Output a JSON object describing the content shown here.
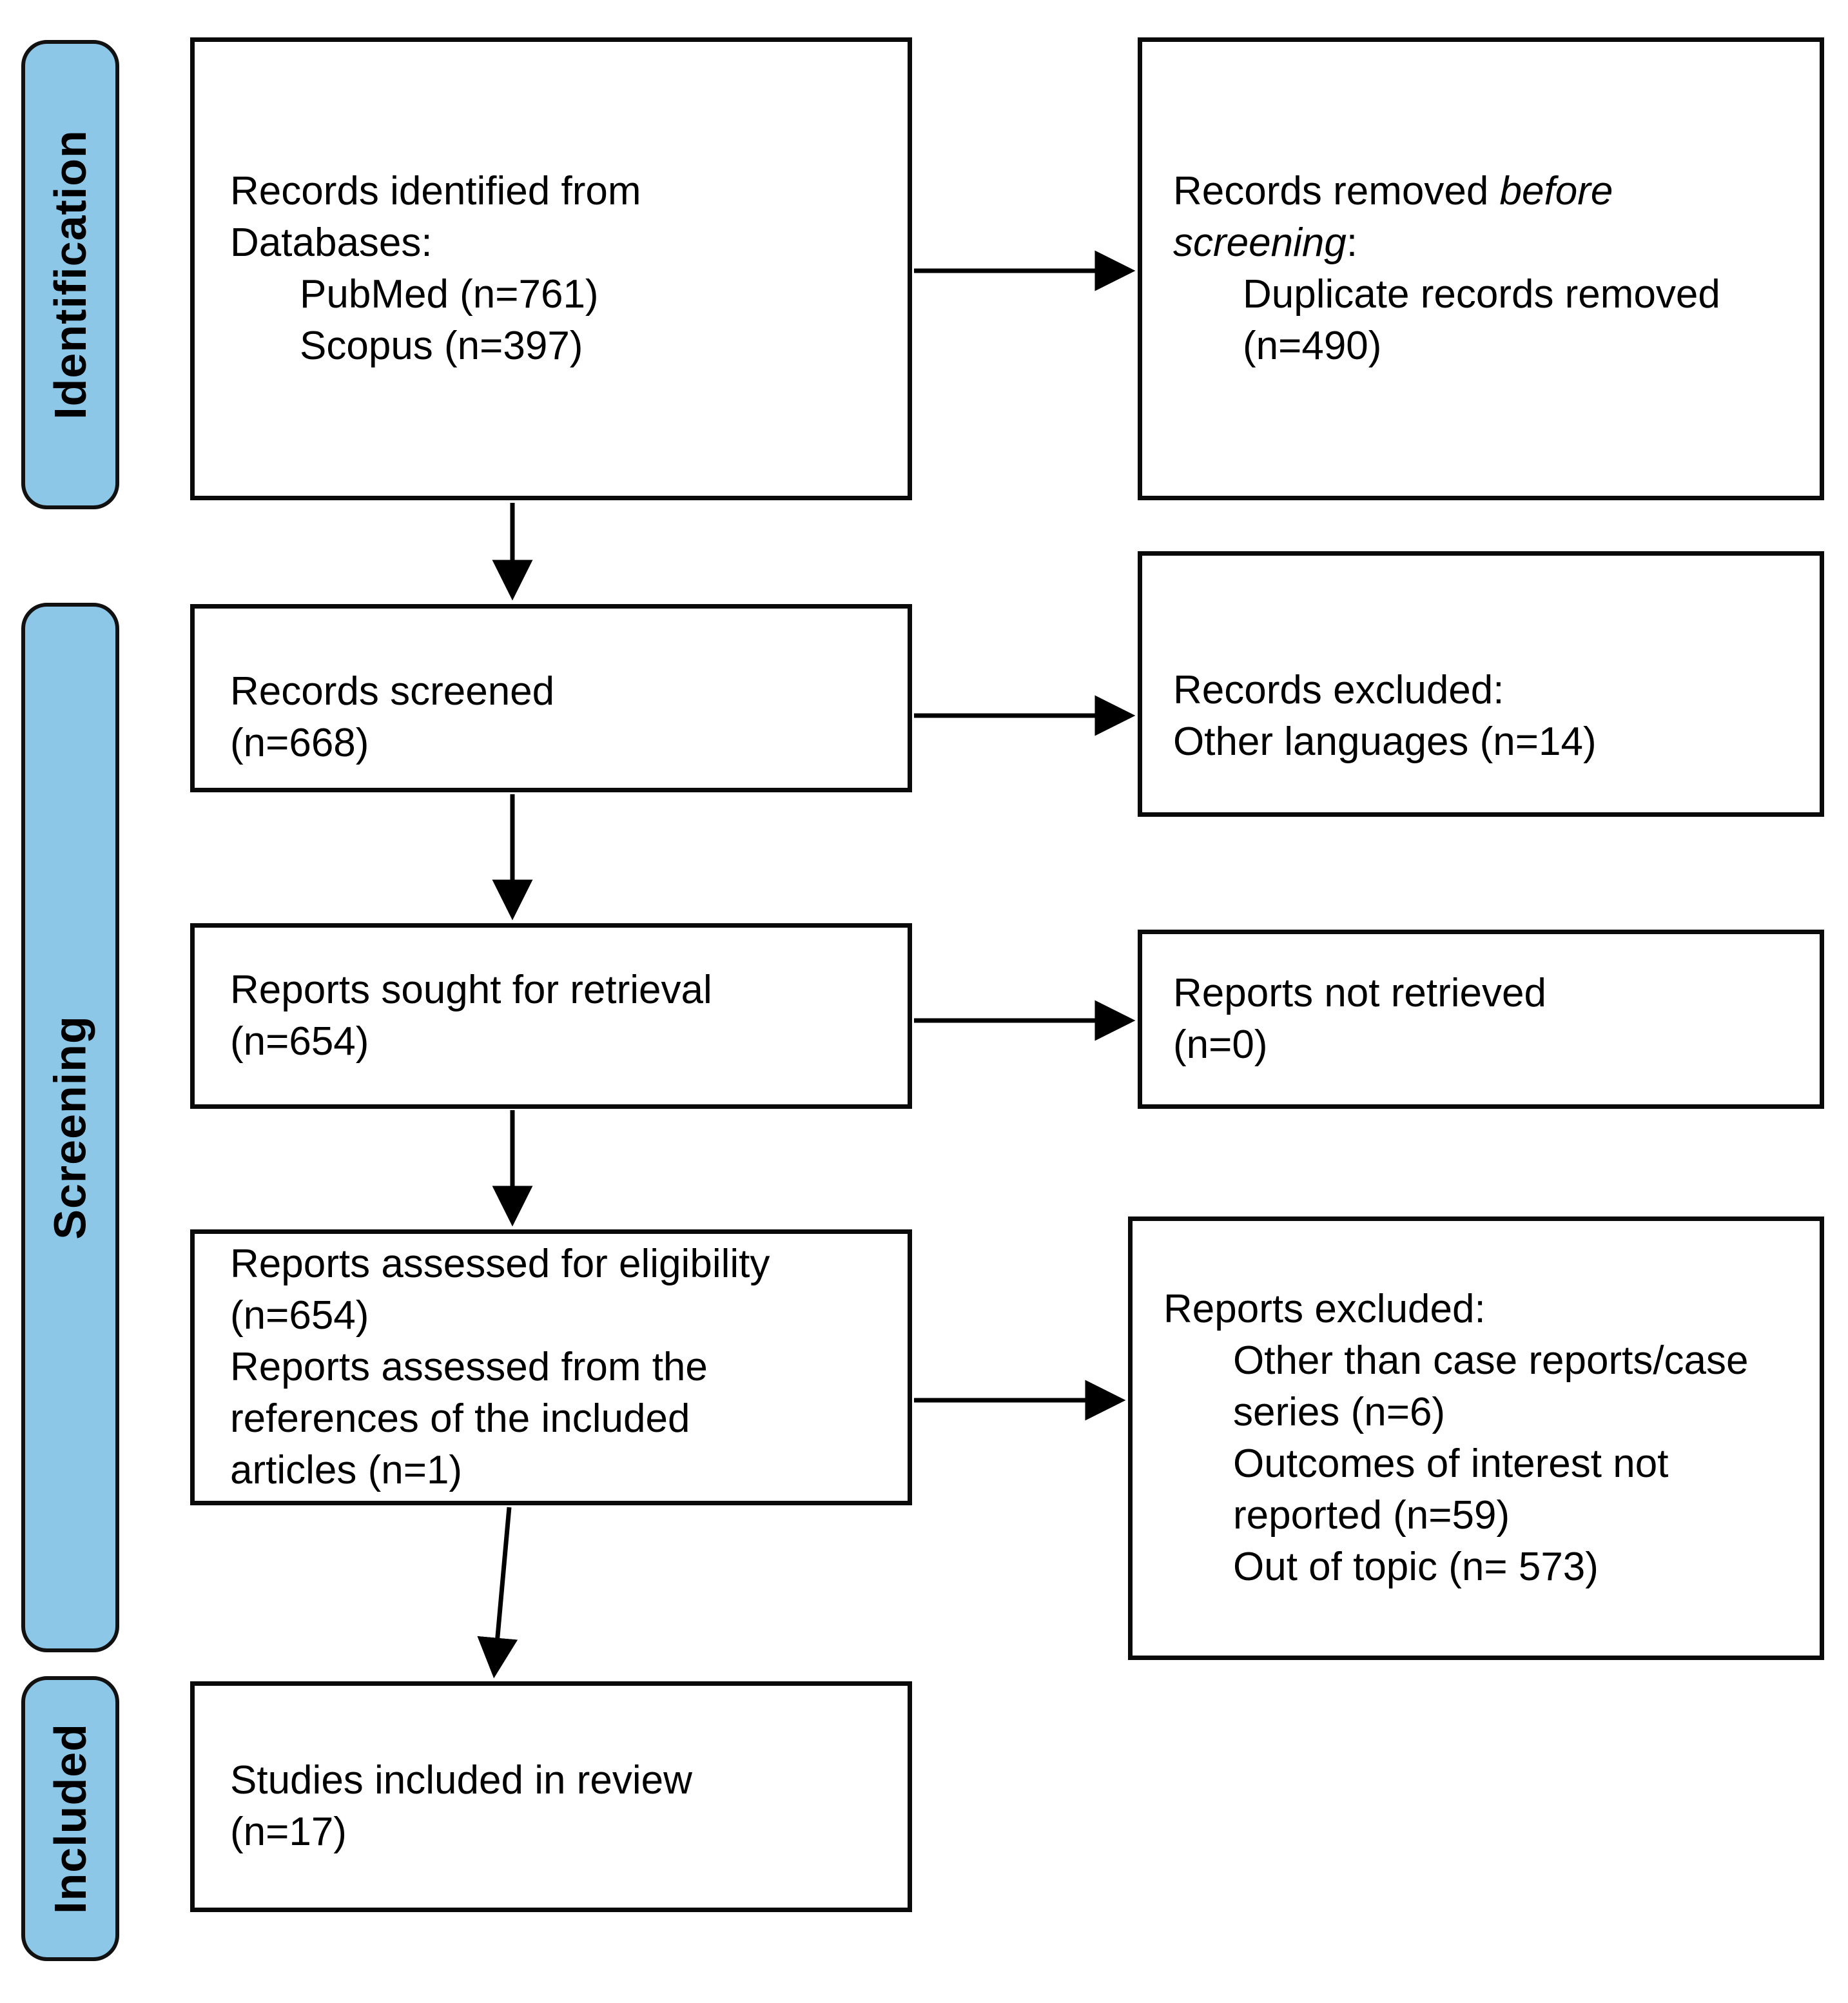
{
  "diagram": {
    "title": "PRISMA flow diagram",
    "colors": {
      "stage_fill": "#8dc7e8",
      "stage_border": "#111111",
      "box_border": "#0a0a0a",
      "arrow": "#000000",
      "background": "#ffffff",
      "text": "#000000"
    },
    "stages": [
      {
        "id": "identification",
        "label": "Identification"
      },
      {
        "id": "screening",
        "label": "Screening"
      },
      {
        "id": "included",
        "label": "Included"
      }
    ],
    "boxes": {
      "records_identified": {
        "lines": [
          {
            "segs": [
              {
                "t": "Records identified from"
              }
            ]
          },
          {
            "segs": [
              {
                "t": "Databases:"
              }
            ]
          },
          {
            "indent": true,
            "segs": [
              {
                "t": "PubMed (n=761)"
              }
            ]
          },
          {
            "indent": true,
            "segs": [
              {
                "t": "Scopus (n=397)"
              }
            ]
          }
        ]
      },
      "records_removed": {
        "lines": [
          {
            "segs": [
              {
                "t": "Records removed "
              },
              {
                "t": "before",
                "i": true
              }
            ]
          },
          {
            "segs": [
              {
                "t": "screening",
                "i": true
              },
              {
                "t": ":"
              }
            ]
          },
          {
            "indent": true,
            "segs": [
              {
                "t": "Duplicate records removed"
              }
            ]
          },
          {
            "indent": true,
            "segs": [
              {
                "t": "(n=490)"
              }
            ]
          }
        ]
      },
      "records_screened": {
        "lines": [
          {
            "segs": [
              {
                "t": "Records screened"
              }
            ]
          },
          {
            "segs": [
              {
                "t": "(n=668)"
              }
            ]
          }
        ]
      },
      "records_excluded": {
        "lines": [
          {
            "segs": [
              {
                "t": "Records excluded:"
              }
            ]
          },
          {
            "segs": [
              {
                "t": "Other languages (n=14)"
              }
            ]
          }
        ]
      },
      "reports_sought": {
        "lines": [
          {
            "segs": [
              {
                "t": "Reports sought for retrieval"
              }
            ]
          },
          {
            "segs": [
              {
                "t": "(n=654)"
              }
            ]
          }
        ]
      },
      "reports_not_retrieved": {
        "lines": [
          {
            "segs": [
              {
                "t": "Reports not retrieved"
              }
            ]
          },
          {
            "segs": [
              {
                "t": "(n=0)"
              }
            ]
          }
        ]
      },
      "reports_assessed": {
        "lines": [
          {
            "segs": [
              {
                "t": "Reports assessed for eligibility"
              }
            ]
          },
          {
            "segs": [
              {
                "t": "(n=654)"
              }
            ]
          },
          {
            "segs": [
              {
                "t": "Reports assessed from the"
              }
            ]
          },
          {
            "segs": [
              {
                "t": "references of the included"
              }
            ]
          },
          {
            "segs": [
              {
                "t": "articles (n=1)"
              }
            ]
          }
        ]
      },
      "reports_excluded": {
        "lines": [
          {
            "segs": [
              {
                "t": "Reports excluded:"
              }
            ]
          },
          {
            "indent": true,
            "segs": [
              {
                "t": "Other than case reports/case"
              }
            ]
          },
          {
            "indent": true,
            "segs": [
              {
                "t": "series (n=6)"
              }
            ]
          },
          {
            "indent": true,
            "segs": [
              {
                "t": "Outcomes of interest not"
              }
            ]
          },
          {
            "indent": true,
            "segs": [
              {
                "t": "reported (n=59)"
              }
            ]
          },
          {
            "indent": true,
            "segs": [
              {
                "t": "Out of topic (n= 573)"
              }
            ]
          }
        ]
      },
      "studies_included": {
        "lines": [
          {
            "segs": [
              {
                "t": "Studies included in review"
              }
            ]
          },
          {
            "segs": [
              {
                "t": "(n=17)"
              }
            ]
          }
        ]
      }
    }
  }
}
